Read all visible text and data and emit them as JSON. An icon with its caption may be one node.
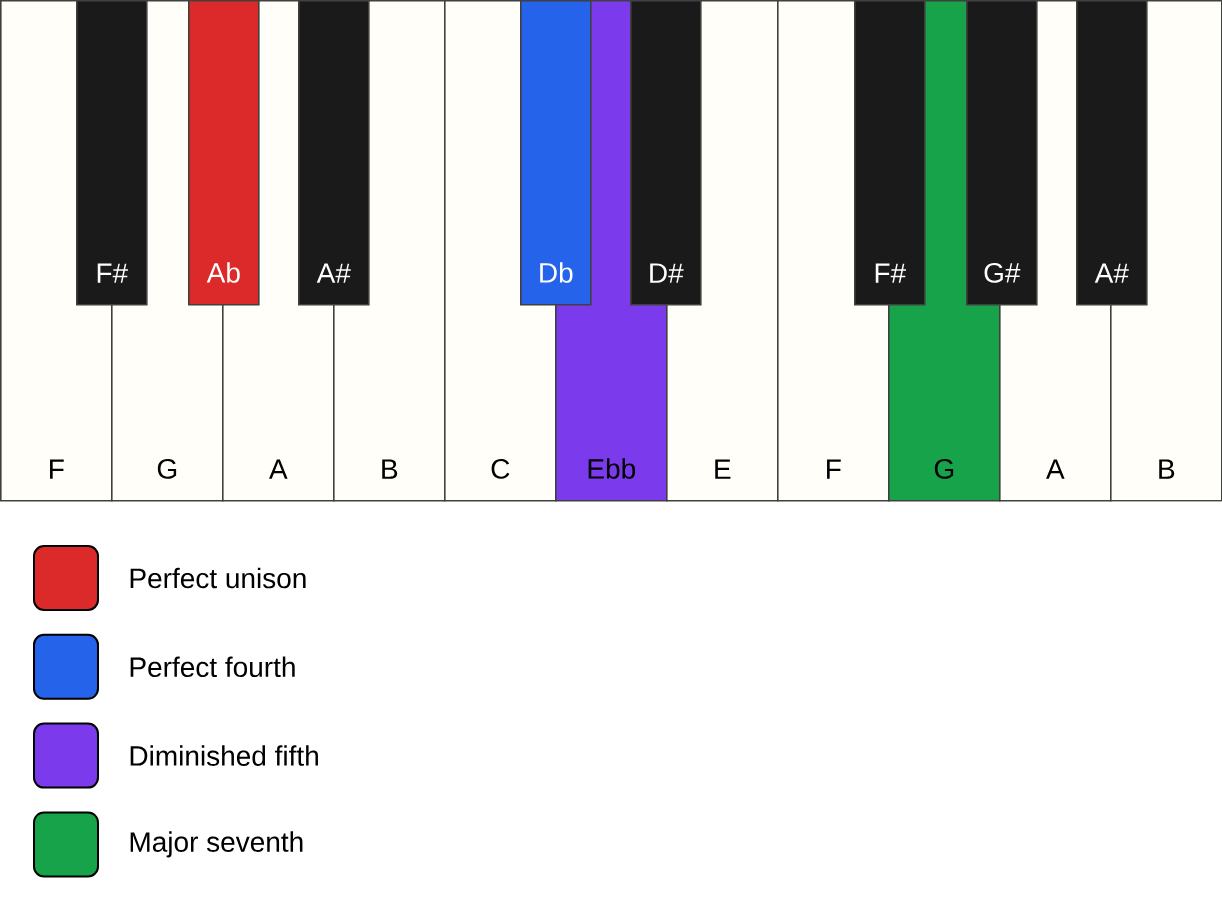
{
  "diagram": {
    "nodes": [
      {
        "text": [
          "F#"
        ]
      },
      {
        "text": [
          "Ab"
        ]
      },
      {
        "text": [
          "A#"
        ]
      },
      {
        "text": [
          "Db"
        ]
      },
      {
        "text": [
          "D#"
        ]
      },
      {
        "text": [
          "F#"
        ]
      },
      {
        "text": [
          "G#"
        ]
      },
      {
        "text": [
          "A#"
        ]
      },
      {
        "text": [
          "F"
        ]
      },
      {
        "text": [
          "G"
        ]
      },
      {
        "text": [
          "A"
        ]
      },
      {
        "text": [
          "B"
        ]
      },
      {
        "text": [
          "C"
        ]
      },
      {
        "text": [
          "Ebb"
        ]
      },
      {
        "text": [
          "E"
        ]
      },
      {
        "text": [
          "F"
        ]
      },
      {
        "text": [
          "G"
        ]
      },
      {
        "text": [
          "A"
        ]
      },
      {
        "text": [
          "B"
        ]
      }
    ],
    "legend": [
      {
        "text": "Perfect unison",
        "color": "#dc2a2a"
      },
      {
        "text": "Perfect fourth",
        "color": "#2563eb"
      },
      {
        "text": "Diminished fifth",
        "color": "#7c3aed"
      },
      {
        "text": "Major seventh",
        "color": "#16a34a"
      }
    ]
  }
}
